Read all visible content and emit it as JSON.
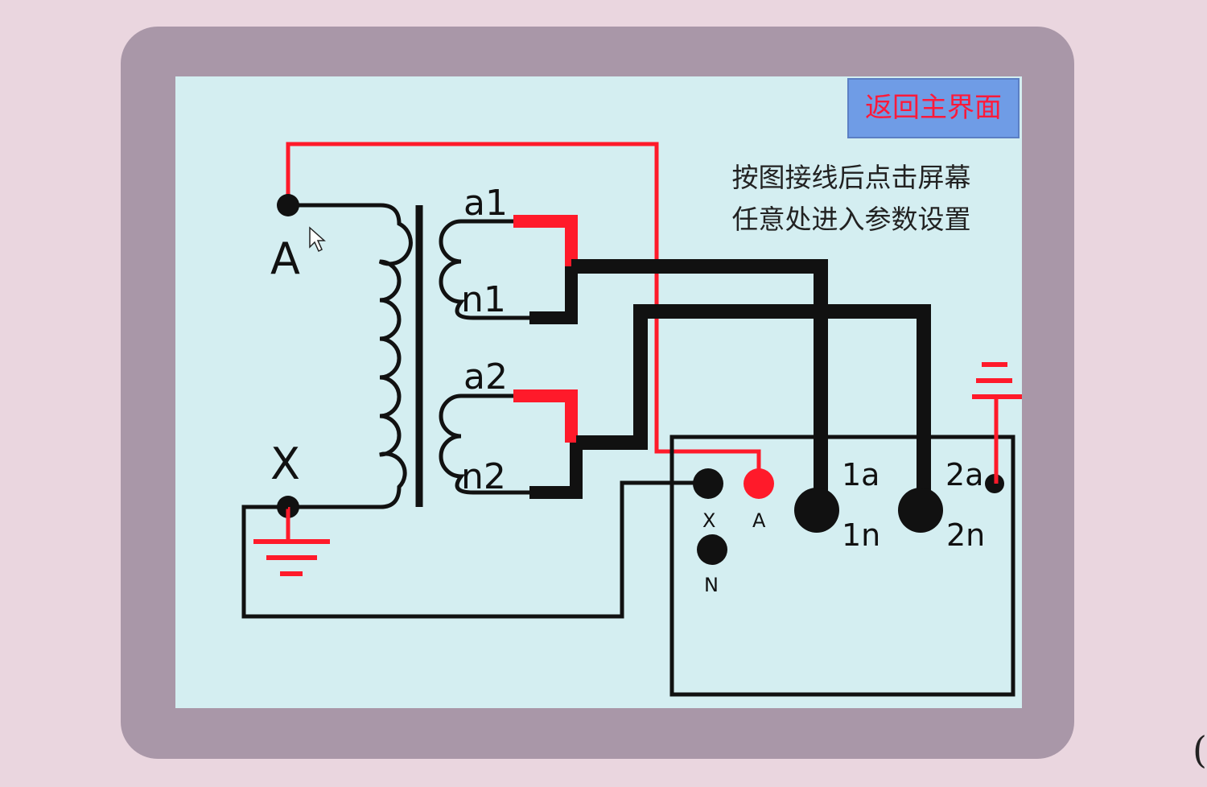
{
  "screen": {
    "home_button_label": "返回主界面",
    "instruction_line1": "按图接线后点击屏幕",
    "instruction_line2": "任意处进入参数设置"
  },
  "transformer": {
    "primary_top_label": "A",
    "primary_bottom_label": "X",
    "secondary1_top_label": "a1",
    "secondary1_bottom_label": "n1",
    "secondary2_top_label": "a2",
    "secondary2_bottom_label": "n2"
  },
  "instrument": {
    "terminal_x_label": "X",
    "terminal_a_label": "A",
    "terminal_n_label": "N",
    "terminal_1a_label": "1a",
    "terminal_1n_label": "1n",
    "terminal_2a_label": "2a",
    "terminal_2n_label": "2n"
  },
  "edge_text": {
    "right_bottom": "("
  },
  "colors": {
    "screen_bg": "#d4eef1",
    "bezel": "#a997a8",
    "wire_red": "#ff1a2a",
    "wire_black": "#111111",
    "button_bg": "#6f9ce6",
    "button_text": "#ff1a3a"
  },
  "icons": {
    "cursor": "mouse-pointer-icon",
    "ground": "ground-icon"
  }
}
